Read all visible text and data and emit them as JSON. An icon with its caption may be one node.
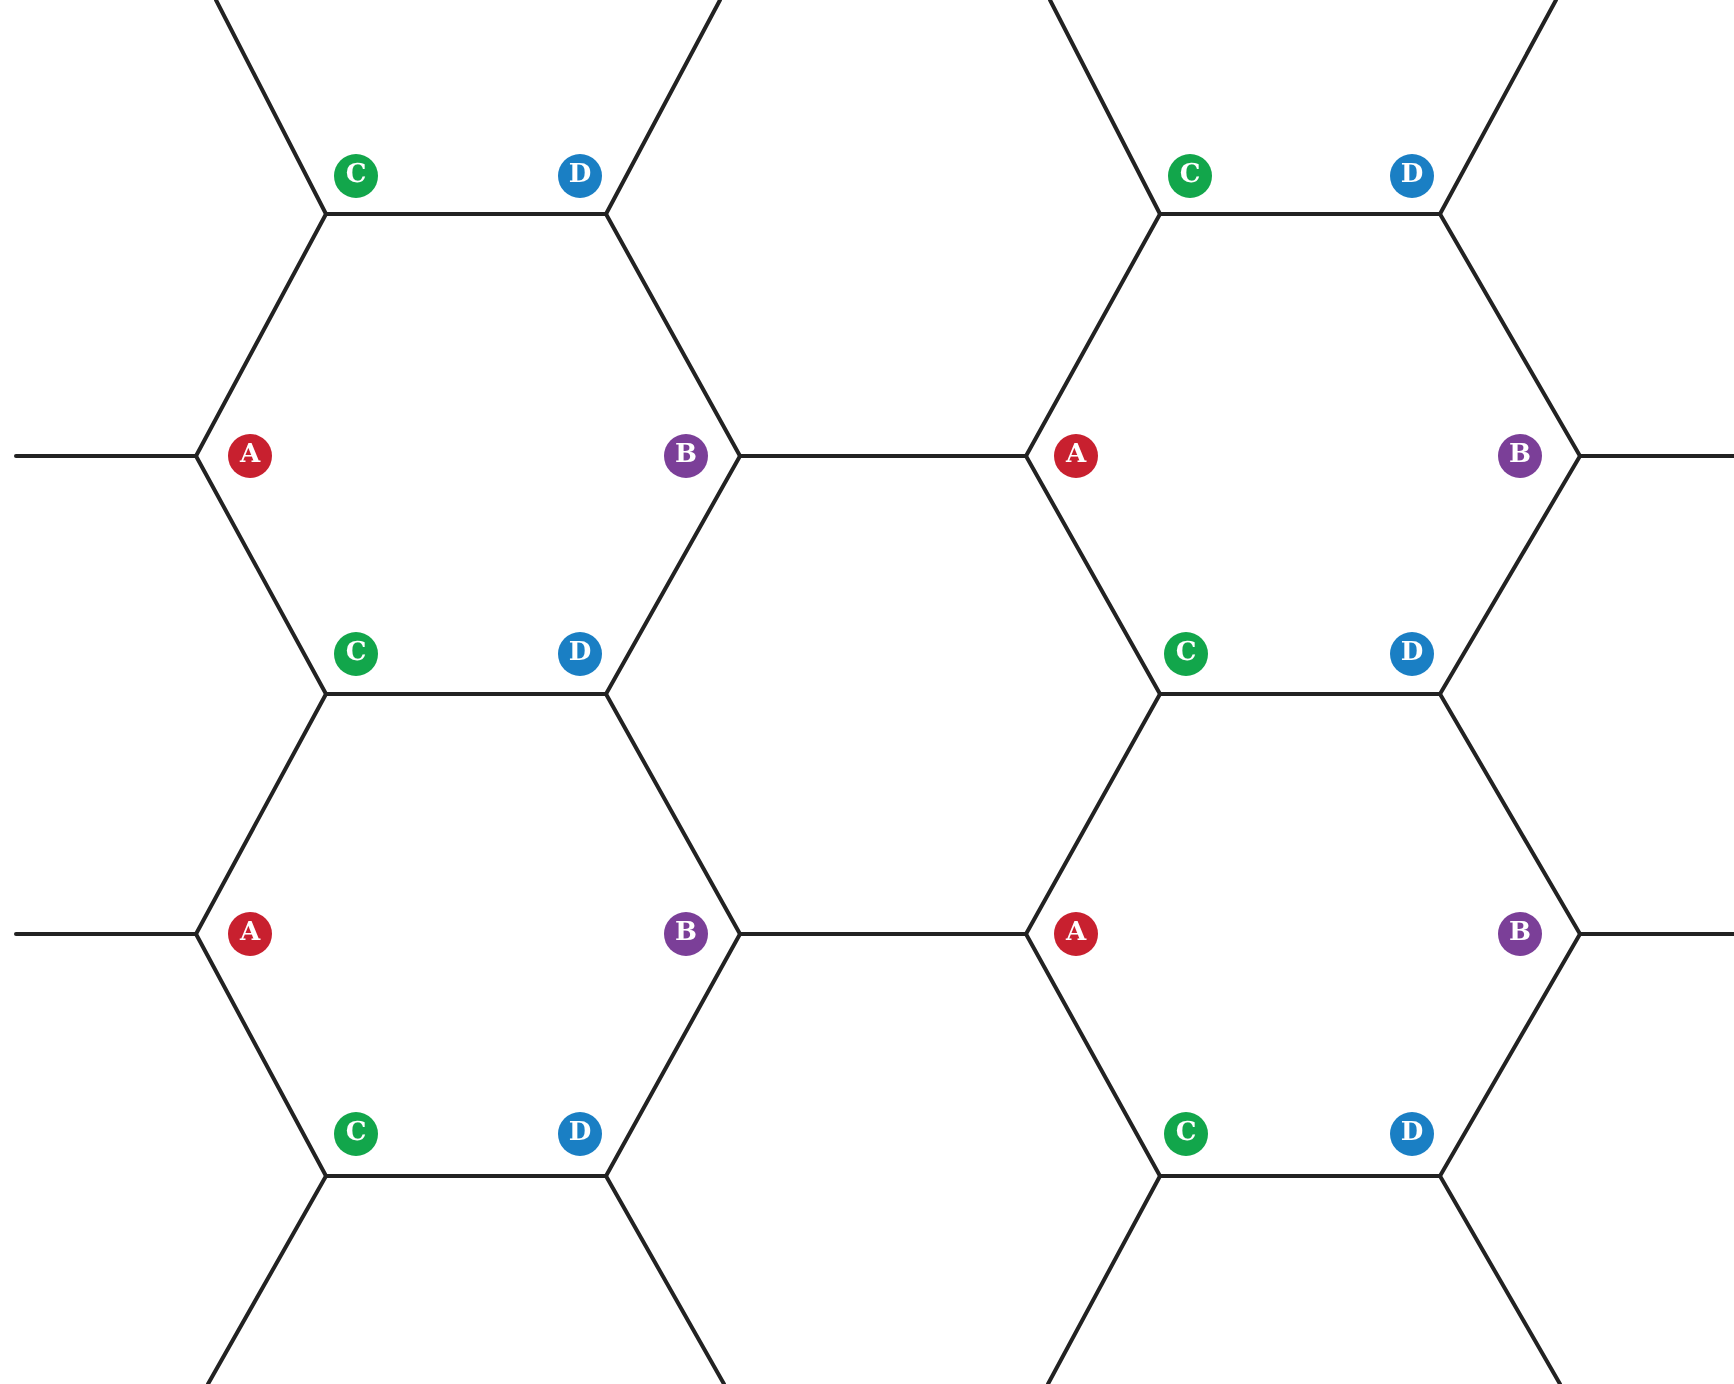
{
  "diagram": {
    "nodes": [
      {
        "text": [
          "C"
        ]
      },
      {
        "text": [
          "D"
        ]
      },
      {
        "text": [
          "C"
        ]
      },
      {
        "text": [
          "D"
        ]
      },
      {
        "text": [
          "A"
        ]
      },
      {
        "text": [
          "B"
        ]
      },
      {
        "text": [
          "A"
        ]
      },
      {
        "text": [
          "B"
        ]
      },
      {
        "text": [
          "C"
        ]
      },
      {
        "text": [
          "D"
        ]
      },
      {
        "text": [
          "C"
        ]
      },
      {
        "text": [
          "D"
        ]
      },
      {
        "text": [
          "A"
        ]
      },
      {
        "text": [
          "B"
        ]
      },
      {
        "text": [
          "A"
        ]
      },
      {
        "text": [
          "B"
        ]
      },
      {
        "text": [
          "C"
        ]
      },
      {
        "text": [
          "D"
        ]
      },
      {
        "text": [
          "C"
        ]
      },
      {
        "text": [
          "D"
        ]
      }
    ],
    "edges": [
      {
        "from": 0,
        "to": null,
        "arrow": "none"
      },
      {
        "from": 1,
        "to": null,
        "arrow": "none"
      },
      {
        "from": 2,
        "to": null,
        "arrow": "none"
      },
      {
        "from": 3,
        "to": null,
        "arrow": "none"
      },
      {
        "from": 0,
        "to": 1,
        "arrow": "none"
      },
      {
        "from": 2,
        "to": 3,
        "arrow": "none"
      },
      {
        "from": 4,
        "to": 0,
        "arrow": "none"
      },
      {
        "from": 1,
        "to": 5,
        "arrow": "none"
      },
      {
        "from": 6,
        "to": 2,
        "arrow": "none"
      },
      {
        "from": 3,
        "to": 7,
        "arrow": "none"
      },
      {
        "from": 4,
        "to": null,
        "arrow": "none"
      },
      {
        "from": 5,
        "to": 6,
        "arrow": "none"
      },
      {
        "from": 7,
        "to": null,
        "arrow": "none"
      },
      {
        "from": 4,
        "to": 8,
        "arrow": "none"
      },
      {
        "from": 5,
        "to": 9,
        "arrow": "none"
      },
      {
        "from": 6,
        "to": 10,
        "arrow": "none"
      },
      {
        "from": 7,
        "to": 11,
        "arrow": "none"
      },
      {
        "from": 8,
        "to": 9,
        "arrow": "none"
      },
      {
        "from": 10,
        "to": 11,
        "arrow": "none"
      },
      {
        "from": 8,
        "to": 12,
        "arrow": "none"
      },
      {
        "from": 9,
        "to": 13,
        "arrow": "none"
      },
      {
        "from": 10,
        "to": 14,
        "arrow": "none"
      },
      {
        "from": 11,
        "to": 15,
        "arrow": "none"
      },
      {
        "from": 12,
        "to": null,
        "arrow": "none"
      },
      {
        "from": 13,
        "to": 14,
        "arrow": "none"
      },
      {
        "from": 15,
        "to": null,
        "arrow": "none"
      },
      {
        "from": 12,
        "to": 16,
        "arrow": "none"
      },
      {
        "from": 13,
        "to": 17,
        "arrow": "none"
      },
      {
        "from": 14,
        "to": 18,
        "arrow": "none"
      },
      {
        "from": 15,
        "to": 19,
        "arrow": "none"
      },
      {
        "from": 16,
        "to": 17,
        "arrow": "none"
      },
      {
        "from": 18,
        "to": 19,
        "arrow": "none"
      },
      {
        "from": 16,
        "to": null,
        "arrow": "none"
      },
      {
        "from": 17,
        "to": null,
        "arrow": "none"
      },
      {
        "from": 18,
        "to": null,
        "arrow": "none"
      },
      {
        "from": 19,
        "to": null,
        "arrow": "none"
      }
    ]
  }
}
